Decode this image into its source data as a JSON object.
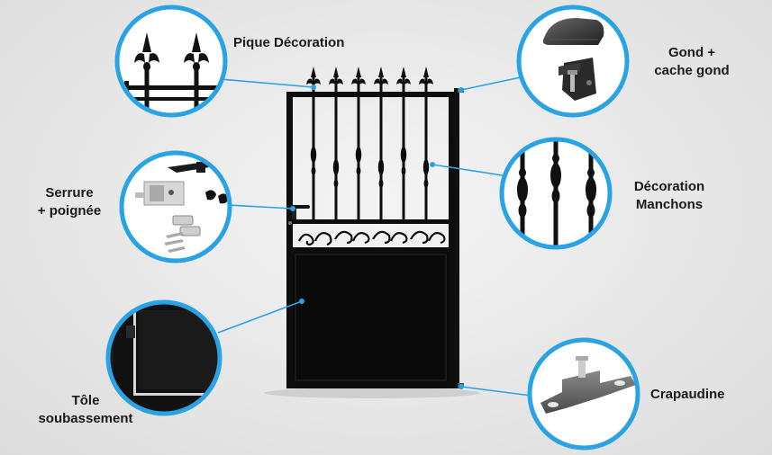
{
  "labels": {
    "pique": "Pique Décoration",
    "gond_line1": "Gond +",
    "gond_line2": "cache gond",
    "serrure_line1": "Serrure",
    "serrure_line2": "+ poignée",
    "manchons_line1": "Décoration",
    "manchons_line2": "Manchons",
    "tole_line1": "Tôle",
    "tole_line2": "soubassement",
    "crapaudine": "Crapaudine"
  },
  "colors": {
    "accent_circle": "#29a3e3",
    "gate": "#0d0d0d",
    "callout_line": "#29a3e3"
  }
}
